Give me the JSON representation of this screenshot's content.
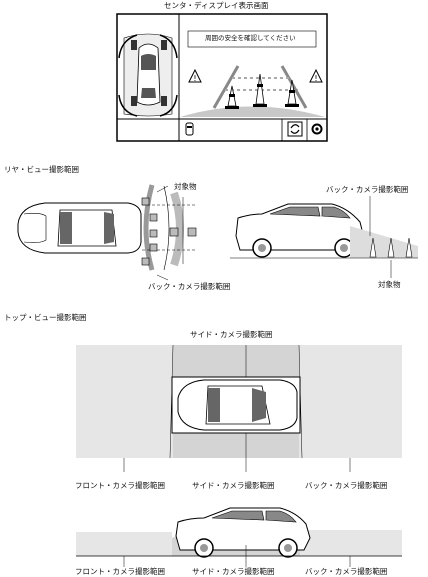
{
  "display": {
    "title": "センタ・ディスプレイ表示画面",
    "warning_banner": "周囲の安全を確認してください"
  },
  "rear_section": {
    "heading": "リヤ・ビュー撮影範囲",
    "object_label": "対象物",
    "back_camera_label": "バック・カメラ撮影範囲",
    "back_camera_label_side": "バック・カメラ撮影範囲",
    "object_label_side": "対象物"
  },
  "top_section": {
    "heading": "トップ・ビュー撮影範囲",
    "side_camera_top": "サイド・カメラ撮影範囲",
    "front_camera": "フロント・カメラ撮影範囲",
    "side_camera": "サイド・カメラ撮影範囲",
    "back_camera": "バック・カメラ撮影範囲",
    "front_camera_2": "フロント・カメラ撮影範囲",
    "side_camera_2": "サイド・カメラ撮影範囲",
    "back_camera_2": "バック・カメラ撮影範囲"
  },
  "icons": [
    "warning-icon",
    "car-sensor-icon",
    "camera-switch-icon",
    "gear-icon"
  ]
}
